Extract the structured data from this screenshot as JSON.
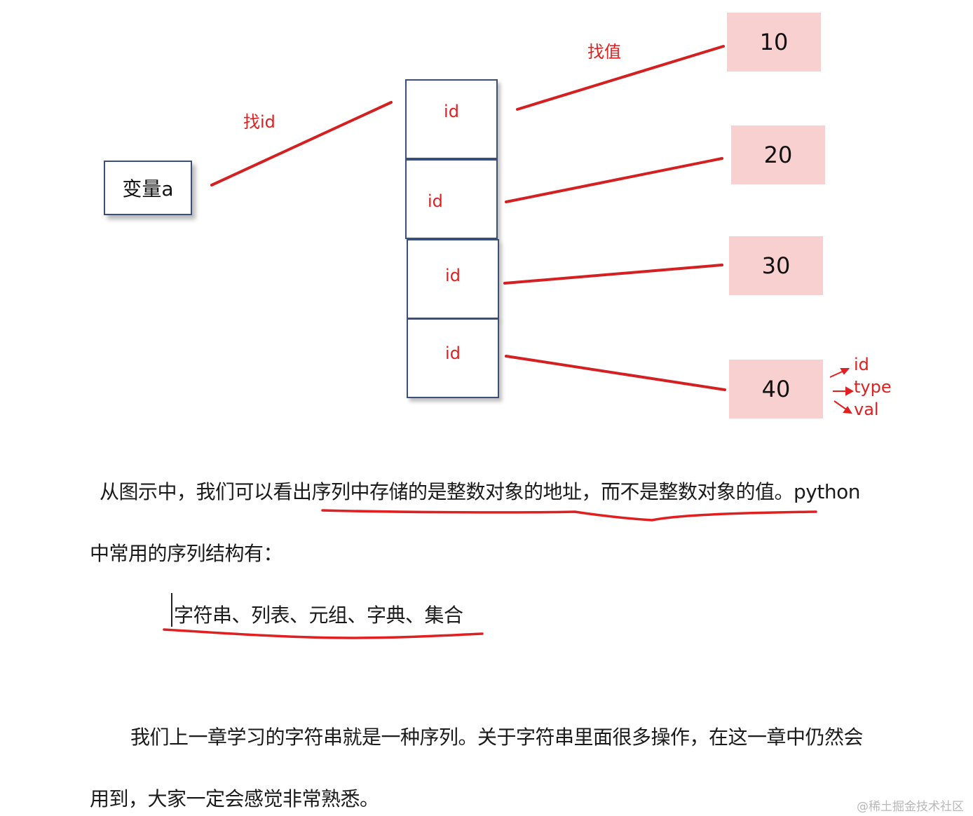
{
  "diagram": {
    "variable_label": "变量a",
    "edge_find_id": "找id",
    "edge_find_value": "找值",
    "cells": [
      "id",
      "id",
      "id",
      "id"
    ],
    "values": [
      "10",
      "20",
      "30",
      "40"
    ],
    "object_fields": [
      "id",
      "type",
      "val"
    ]
  },
  "text": {
    "line1": "从图示中，我们可以看出序列中存储的是整数对象的地址，而不是整数对象的值。python",
    "line2": "中常用的序列结构有：",
    "line3": "字符串、列表、元组、字典、集合",
    "line4": "我们上一章学习的字符串就是一种序列。关于字符串里面很多操作，在这一章中仍然会",
    "line5": "用到，大家一定会感觉非常熟悉。"
  },
  "watermark": "@稀土掘金技术社区",
  "colors": {
    "arrow": "#e02020",
    "value_fill": "#f8d0d0",
    "box_border": "#3a4f7a",
    "annotation": "#e02020"
  }
}
